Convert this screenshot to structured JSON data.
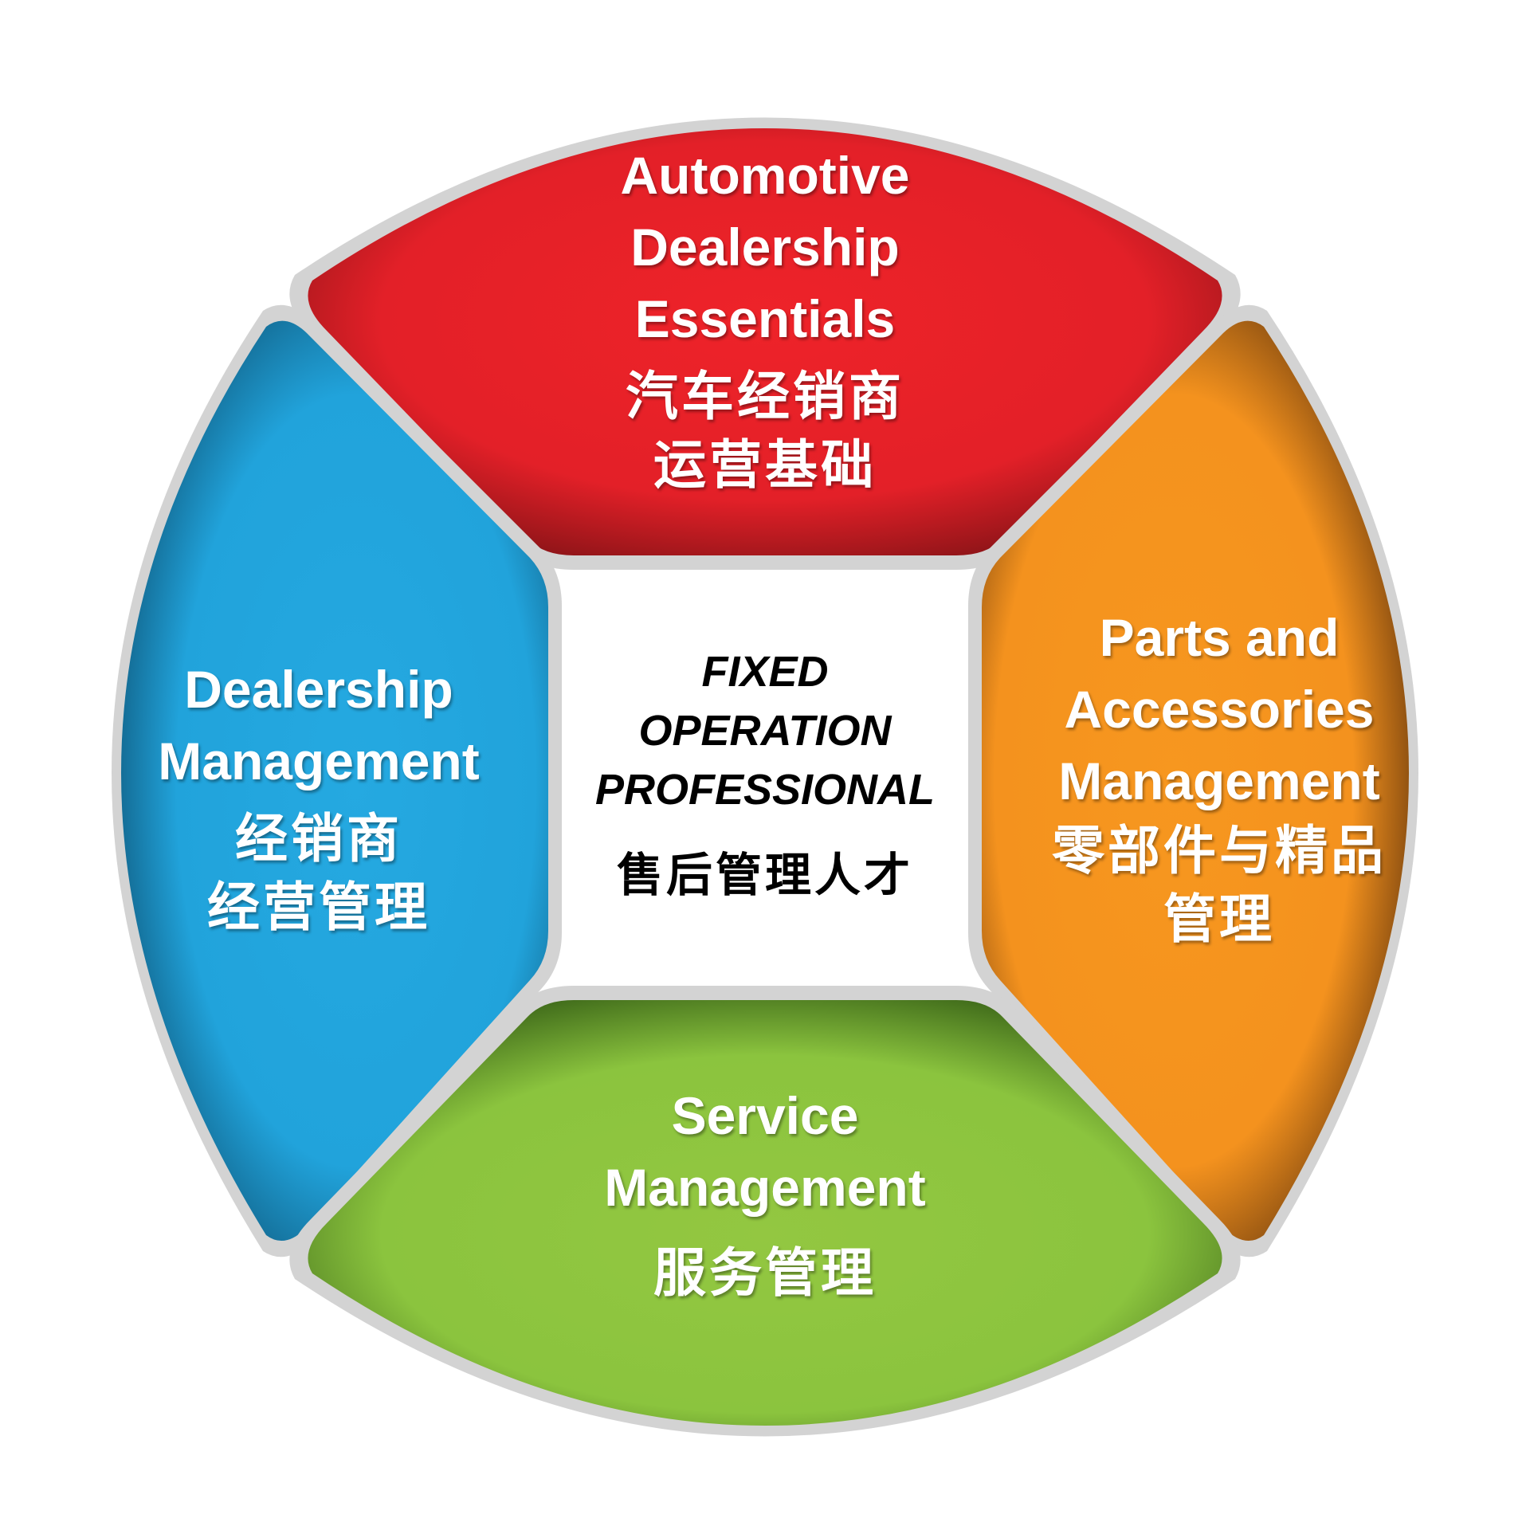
{
  "center": {
    "lines": [
      "FIXED",
      "OPERATION",
      "PROFESSIONAL"
    ],
    "zh": "售后管理人才"
  },
  "segments": {
    "top": {
      "color": "#e32028",
      "en": [
        "Automotive",
        "Dealership",
        "Essentials"
      ],
      "zh": [
        "汽车经销商",
        "运营基础"
      ]
    },
    "left": {
      "color": "#23a6de",
      "en": [
        "Dealership",
        "Management"
      ],
      "zh": [
        "经销商",
        "经营管理"
      ]
    },
    "right": {
      "color": "#f4941f",
      "en": [
        "Parts and",
        "Accessories",
        "Management"
      ],
      "zh": [
        "零部件与精品",
        "管理"
      ]
    },
    "bottom": {
      "color": "#8dc43f",
      "en": [
        "Service",
        "Management"
      ],
      "zh": [
        "服务管理"
      ]
    }
  }
}
